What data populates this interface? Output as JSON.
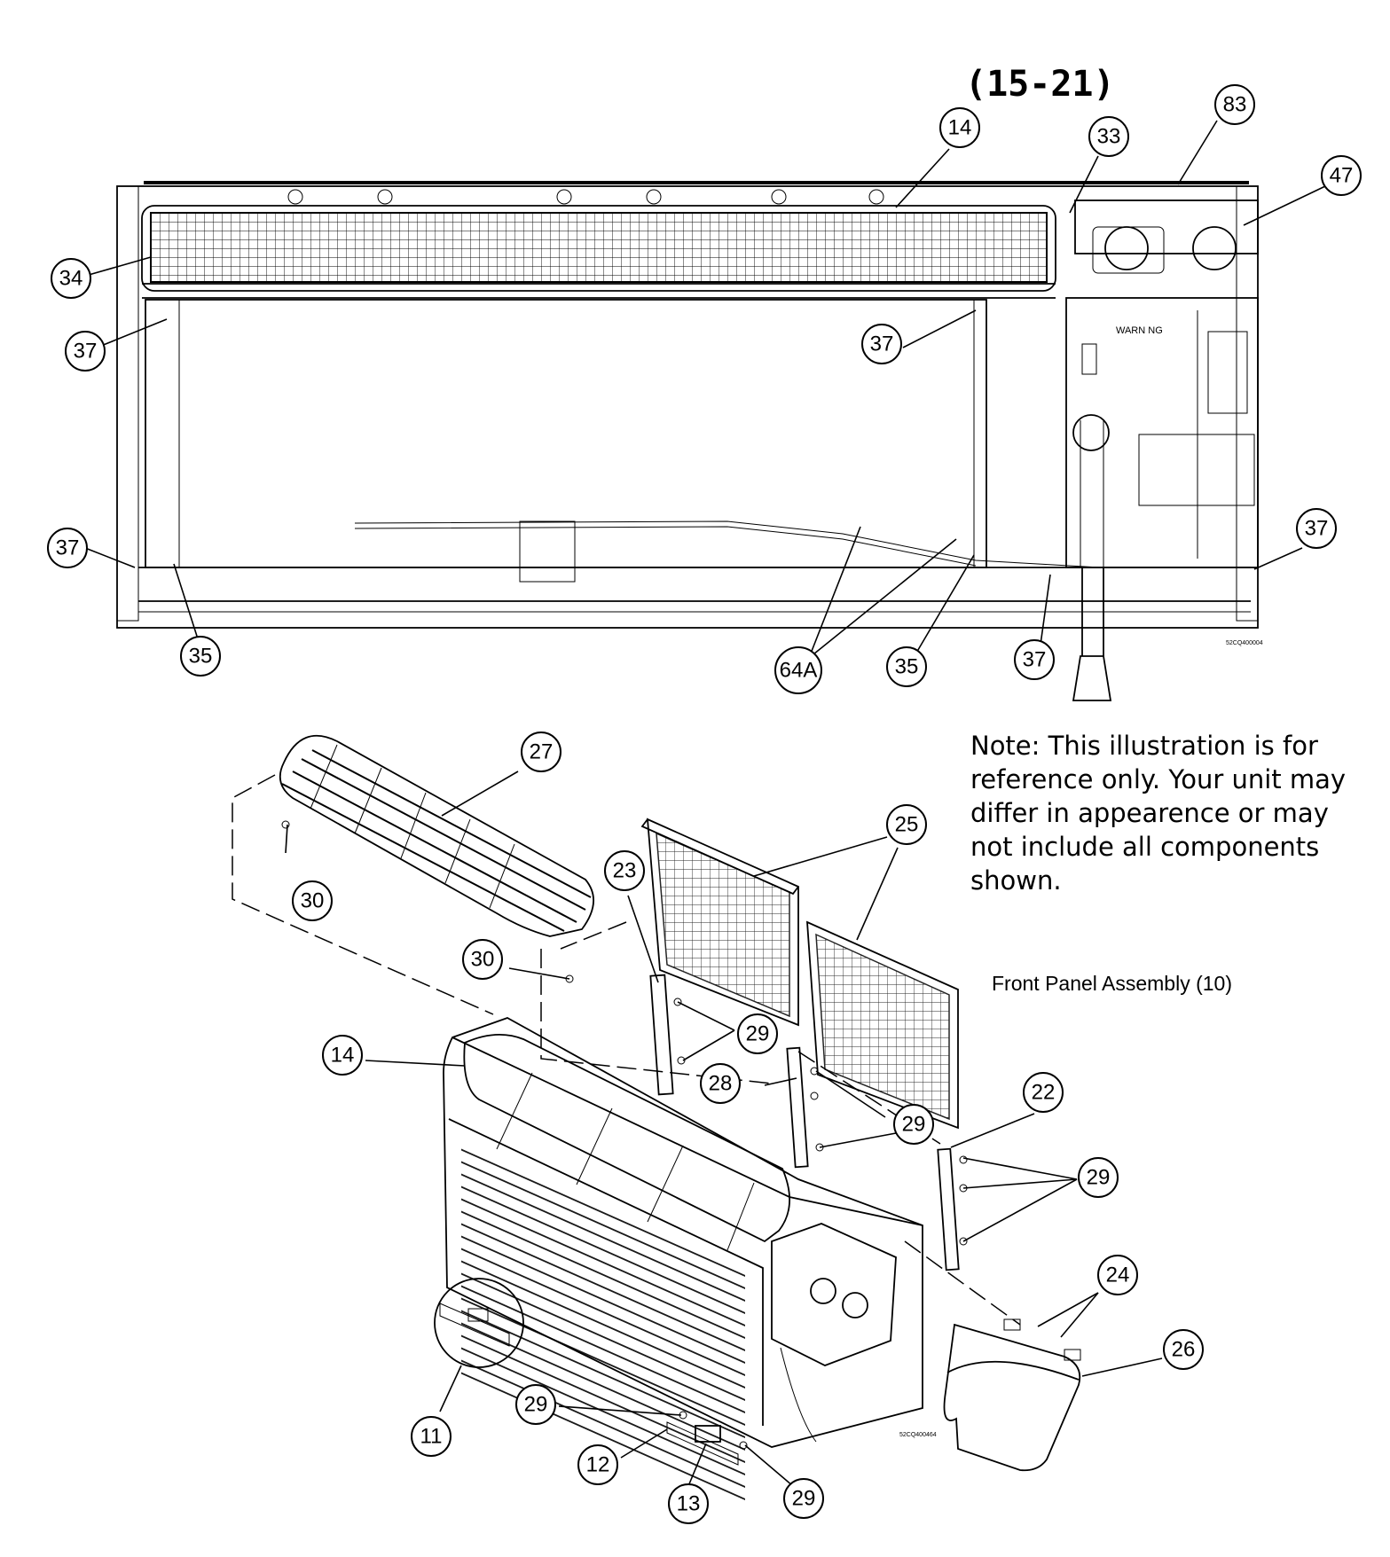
{
  "handwritten_note": "(15-21)",
  "note_text": "Note: This illustration is for reference only. Your unit may differ in appearence or may not include all components shown.",
  "subassembly_label": "Front Panel Assembly (10)",
  "panel_warning_label": "WARN NG",
  "drawing_codes": {
    "top": "52CQ400004",
    "bottom": "52CQ400464"
  },
  "callouts": {
    "top": [
      "83",
      "14",
      "33",
      "47",
      "34",
      "37",
      "37",
      "37",
      "37",
      "35",
      "64A",
      "35",
      "37"
    ],
    "bottom": [
      "27",
      "25",
      "23",
      "30",
      "30",
      "29",
      "14",
      "28",
      "29",
      "22",
      "29",
      "24",
      "26",
      "11",
      "29",
      "12",
      "13",
      "29"
    ]
  }
}
